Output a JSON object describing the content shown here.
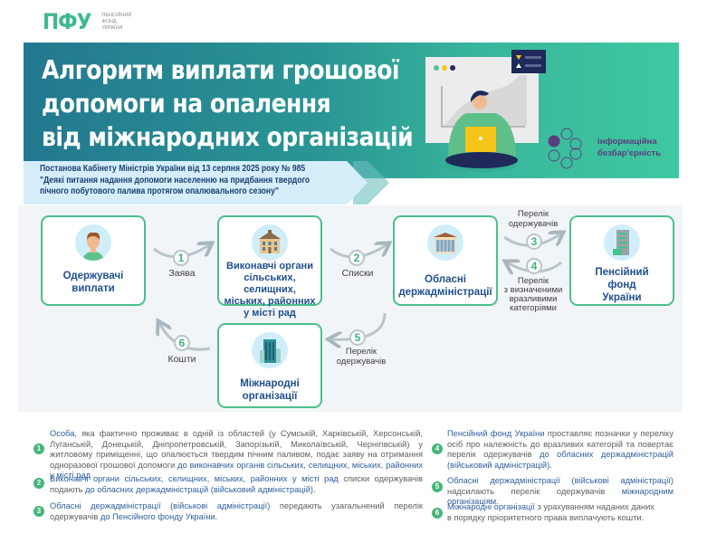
{
  "logo": {
    "mark": "ПФУ",
    "lines": [
      "Пенсійний",
      "фонд",
      "України"
    ]
  },
  "hero": {
    "title_lines": [
      "Алгоритм виплати грошової",
      "допомоги на опалення",
      "від міжнародних організацій"
    ],
    "badge_lines": [
      "інформаційна",
      "безбар'єрність"
    ]
  },
  "ribbon": {
    "lines": [
      "Постанова Кабінету Міністрів України від 13 серпня 2025 року № 985",
      "\"Деякі питання надання допомоги населенню на придбання твердого",
      "пічного побутового палива протягом опалювального сезону\""
    ]
  },
  "nodes": {
    "recipients": {
      "label_lines": [
        "Одержувачі",
        "виплати"
      ],
      "icon": "person-icon"
    },
    "executive": {
      "label_lines": [
        "Виконавчі органи",
        "сільських, селищних,",
        "міських, районних",
        "у місті рад"
      ],
      "icon": "town-hall-icon"
    },
    "regional": {
      "label_lines": [
        "Обласні",
        "держадміністрації"
      ],
      "icon": "admin-building-icon"
    },
    "pension": {
      "label_lines": [
        "Пенсійний",
        "фонд",
        "України"
      ],
      "icon": "office-tower-icon"
    },
    "international": {
      "label_lines": [
        "Міжнародні",
        "організації"
      ],
      "icon": "skyscraper-icon"
    }
  },
  "steps": [
    {
      "num": "1",
      "label_lines": [
        "Заява"
      ]
    },
    {
      "num": "2",
      "label_lines": [
        "Списки"
      ]
    },
    {
      "num": "3",
      "label_lines": [
        "Перелік",
        "одержувачів"
      ]
    },
    {
      "num": "4",
      "label_lines": [
        "Перелік",
        "з визначеними",
        "вразливими",
        "категоріями"
      ]
    },
    {
      "num": "5",
      "label_lines": [
        "Перелік",
        "одержувачів"
      ]
    },
    {
      "num": "6",
      "label_lines": [
        "Кошти"
      ]
    }
  ],
  "notes": [
    {
      "num": "1",
      "hl1": "Особа,",
      "t1": " яка фактично проживає в одній із областей (у Сумській, Харківській, Херсонській, Луганській, Донецькій, Дніпропетровській, Запорізькій, Миколаївській, Чернігівській) у житловому приміщенні, що опалюється твердим пічним паливом, подає заяву на отримання одноразової грошової допомоги ",
      "hl2": "до виконавчих органів сільських, селищних, міських, районних у місті рад",
      "t2": ""
    },
    {
      "num": "2",
      "hl1": "Виконавчі органи сільських, селищних, міських, районних у місті рад",
      "t1": " списки одержувачів подають ",
      "hl2": "до обласних держадміністрацій (військовий адміністрацій).",
      "t2": ""
    },
    {
      "num": "3",
      "hl1": "Обласні держадміністрації (військові адміністрації)",
      "t1": " передають узагальнений перелік одержувачів ",
      "hl2": "до Пенсійного фонду України.",
      "t2": ""
    },
    {
      "num": "4",
      "hl1": "Пенсійний фонд України",
      "t1": " проставляє позначки у переліку осіб про належність до вразливих категорій та повертає перелік одержувачів ",
      "hl2": "до обласних держадміністрацій (військовий адміністрацій).",
      "t2": ""
    },
    {
      "num": "5",
      "hl1": "Обласні держадміністрації (військові адміністрації)",
      "t1": " надсилають перелік одержувачів ",
      "hl2": "міжнародним організаціям.",
      "t2": ""
    },
    {
      "num": "6",
      "hl1": "Міжнародні організації",
      "t1": " з урахуванням наданих даних в порядку пріоритетного права виплачують кошти.",
      "hl2": "",
      "t2": ""
    }
  ],
  "colors": {
    "accent_green": "#4cbf8c",
    "title_blue": "#1f4f8e",
    "hero_start": "#22788f",
    "hero_end": "#3fc8a0",
    "badge_purple": "#5a3e7e"
  }
}
